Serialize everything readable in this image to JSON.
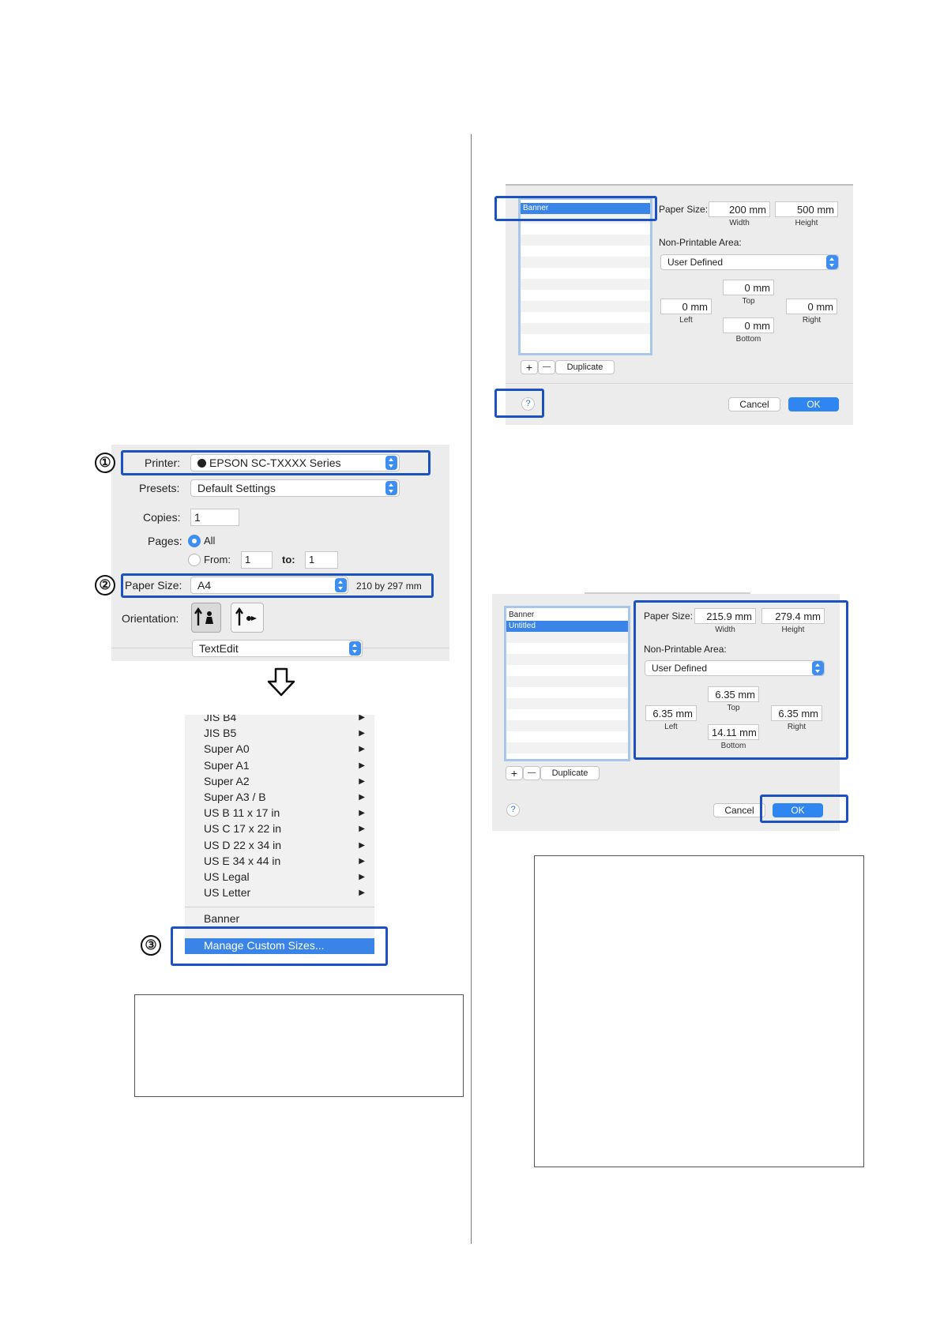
{
  "print_dialog": {
    "printer_label": "Printer:",
    "printer_value": "EPSON SC-TXXXX Series",
    "presets_label": "Presets:",
    "presets_value": "Default Settings",
    "copies_label": "Copies:",
    "copies_value": "1",
    "pages_label": "Pages:",
    "pages_all": "All",
    "pages_from_label": "From:",
    "pages_from_value": "1",
    "pages_to_label": "to:",
    "pages_to_value": "1",
    "paper_size_label": "Paper Size:",
    "paper_size_value": "A4",
    "paper_size_dims": "210 by 297 mm",
    "orientation_label": "Orientation:",
    "app_menu_value": "TextEdit"
  },
  "step_markers": [
    "①",
    "②",
    "③"
  ],
  "paper_menu": {
    "items": [
      "JIS B4",
      "JIS B5",
      "Super A0",
      "Super A1",
      "Super A2",
      "Super A3 / B",
      "US B 11 x 17 in",
      "US C 17 x 22 in",
      "US D 22 x 34 in",
      "US E 34 x 44 in",
      "US Legal",
      "US Letter"
    ],
    "custom_item": "Banner",
    "manage_item": "Manage Custom Sizes..."
  },
  "custom_dialog_1": {
    "list_items": [
      "Banner"
    ],
    "paper_size_label": "Paper Size:",
    "width_value": "200 mm",
    "width_caption": "Width",
    "height_value": "500 mm",
    "height_caption": "Height",
    "nonprintable_label": "Non-Printable Area:",
    "nonprintable_value": "User Defined",
    "top_value": "0 mm",
    "top_caption": "Top",
    "left_value": "0 mm",
    "left_caption": "Left",
    "right_value": "0 mm",
    "right_caption": "Right",
    "bottom_value": "0 mm",
    "bottom_caption": "Bottom",
    "add_label": "+",
    "remove_label": "—",
    "duplicate_label": "Duplicate",
    "help_label": "?",
    "cancel_label": "Cancel",
    "ok_label": "OK"
  },
  "custom_dialog_2": {
    "list_items": [
      "Banner",
      "Untitled"
    ],
    "paper_size_label": "Paper Size:",
    "width_value": "215.9 mm",
    "width_caption": "Width",
    "height_value": "279.4 mm",
    "height_caption": "Height",
    "nonprintable_label": "Non-Printable Area:",
    "nonprintable_value": "User Defined",
    "top_value": "6.35 mm",
    "top_caption": "Top",
    "left_value": "6.35 mm",
    "left_caption": "Left",
    "right_value": "6.35 mm",
    "right_caption": "Right",
    "bottom_value": "14.11 mm",
    "bottom_caption": "Bottom",
    "add_label": "+",
    "remove_label": "—",
    "duplicate_label": "Duplicate",
    "help_label": "?",
    "cancel_label": "Cancel",
    "ok_label": "OK"
  },
  "colors": {
    "highlight": "#1a52c4",
    "accent": "#2f86f0",
    "selection": "#3a84e8"
  }
}
